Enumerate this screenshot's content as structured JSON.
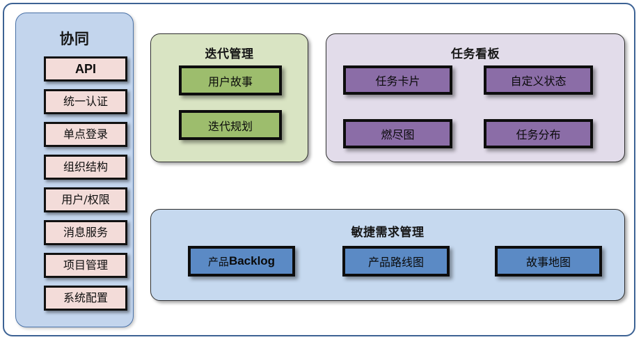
{
  "colors": {
    "frame_border": "#3c6294",
    "sidebar_bg": "#c3d5ed",
    "sidebar_item_bg": "#f3dcd9",
    "iteration_panel_bg": "#d9e4c3",
    "iteration_box_bg": "#9dbd6d",
    "taskboard_panel_bg": "#e2dcea",
    "taskboard_box_bg": "#8b6da7",
    "agile_panel_bg": "#c6d9ef",
    "agile_box_bg": "#5b8ac5",
    "box_border": "#0d0d0d"
  },
  "sidebar": {
    "title": "协同",
    "items": [
      {
        "label": "API",
        "emphasis": "bold"
      },
      {
        "label": "统一认证",
        "emphasis": "normal"
      },
      {
        "label": "单点登录",
        "emphasis": "normal"
      },
      {
        "label": "组织结构",
        "emphasis": "normal"
      },
      {
        "label": "用户/权限",
        "emphasis": "normal"
      },
      {
        "label": "消息服务",
        "emphasis": "normal"
      },
      {
        "label": "项目管理",
        "emphasis": "normal"
      },
      {
        "label": "系统配置",
        "emphasis": "normal"
      }
    ]
  },
  "iteration": {
    "title": "迭代管理",
    "items": [
      {
        "label": "用户故事"
      },
      {
        "label": "迭代规划"
      }
    ]
  },
  "taskboard": {
    "title": "任务看板",
    "items": [
      {
        "label": "任务卡片"
      },
      {
        "label": "自定义状态"
      },
      {
        "label": "燃尽图"
      },
      {
        "label": "任务分布"
      }
    ]
  },
  "agile": {
    "title": "敏捷需求管理",
    "items": [
      {
        "label": "产品Backlog",
        "prefix": "产品",
        "suffix": "Backlog"
      },
      {
        "label": "产品路线图"
      },
      {
        "label": "故事地图"
      }
    ]
  }
}
